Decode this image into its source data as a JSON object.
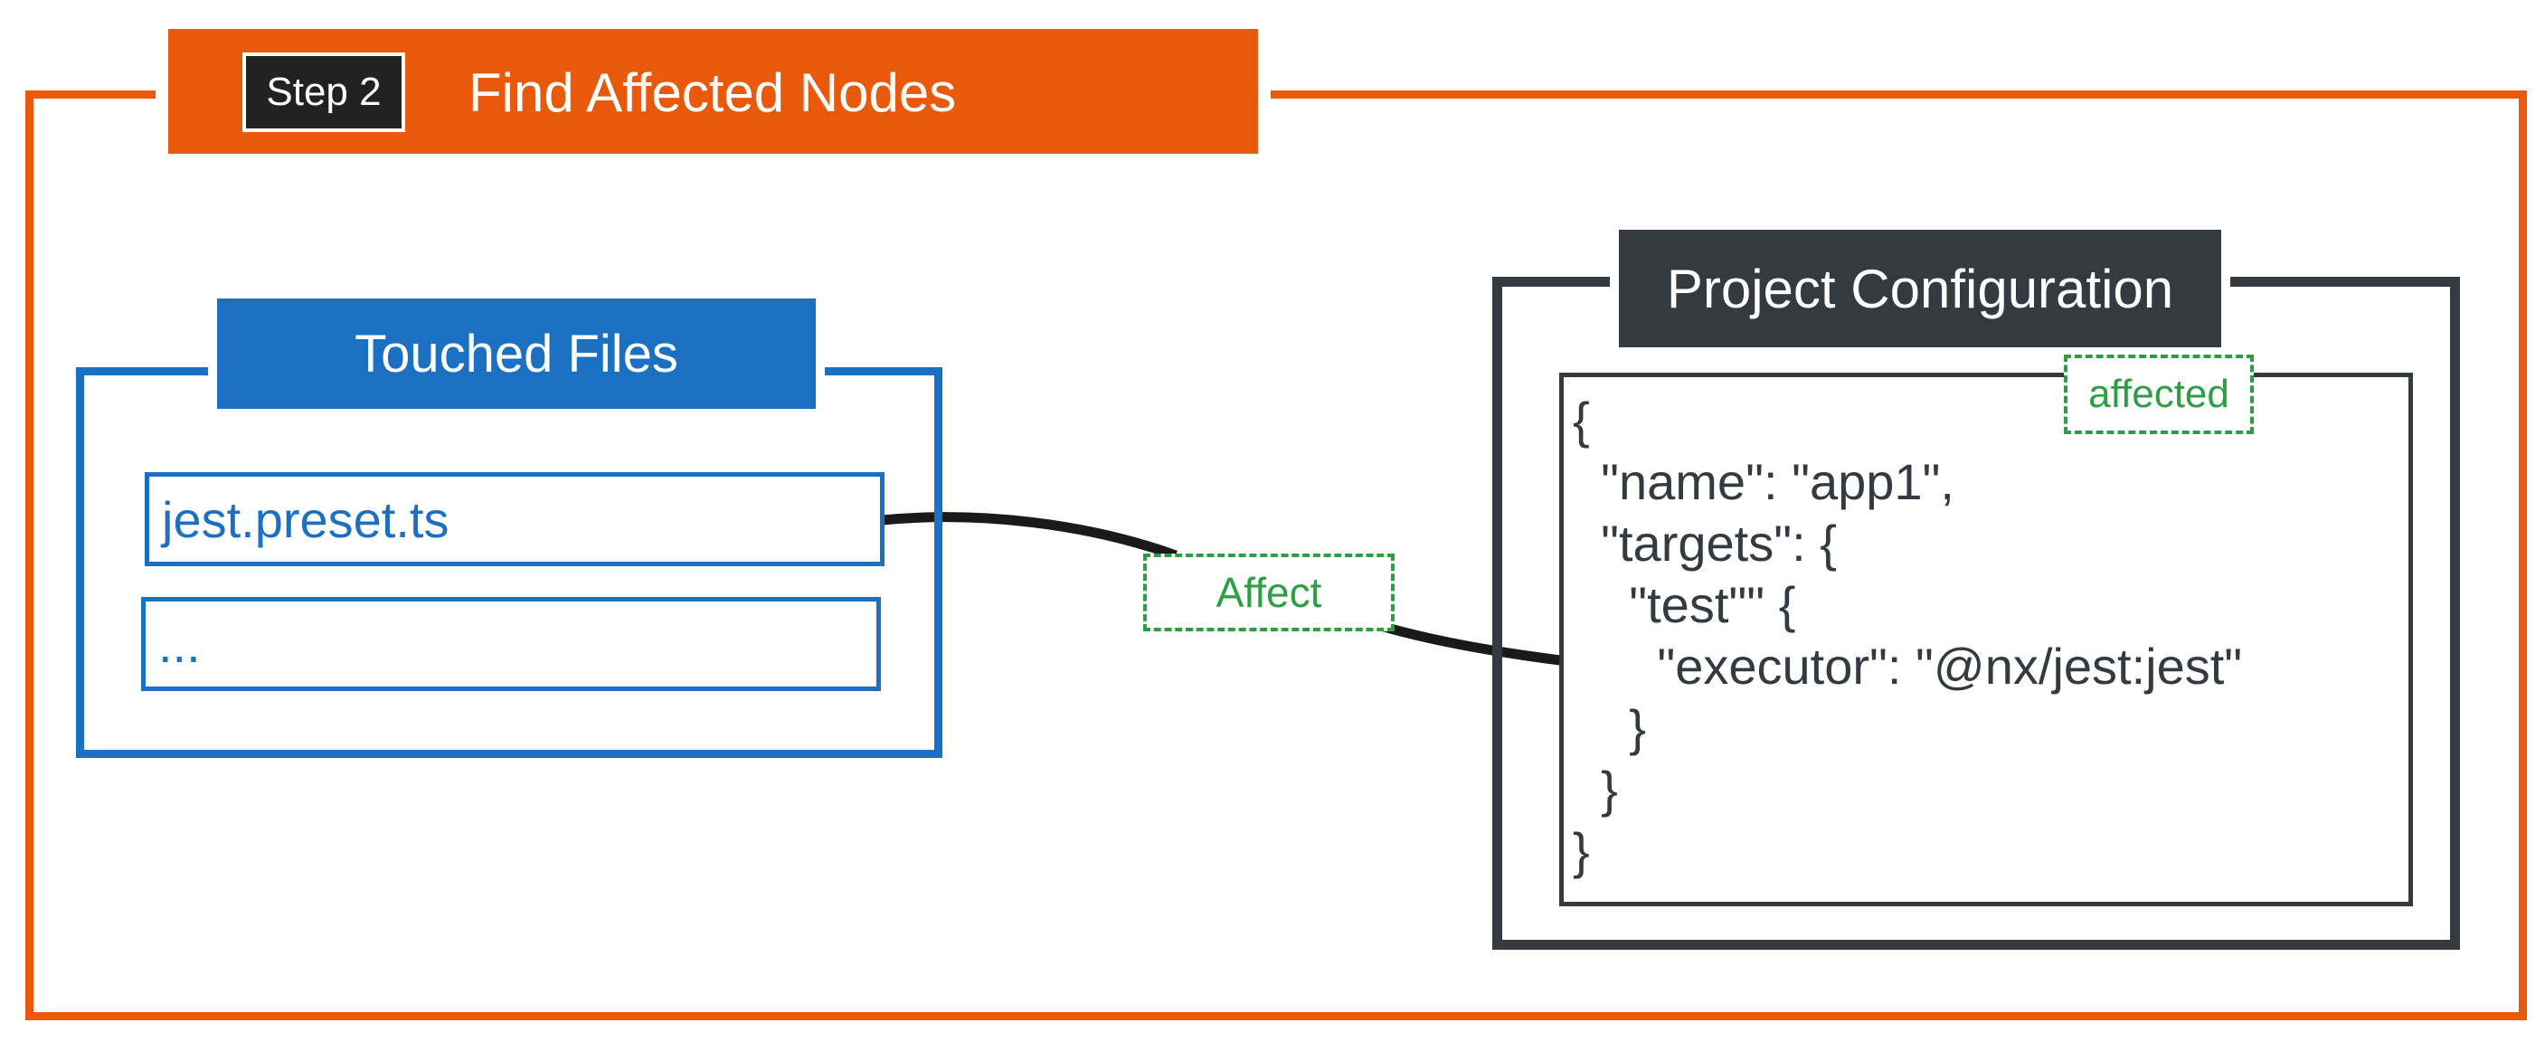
{
  "step": {
    "badge": "Step 2",
    "title": "Find Affected Nodes"
  },
  "touched_files": {
    "title": "Touched Files",
    "items": [
      "jest.preset.ts",
      "..."
    ]
  },
  "project_configuration": {
    "title": "Project Configuration",
    "badge": "affected",
    "code_lines": [
      "{",
      "  \"name\": \"app1\",",
      "  \"targets\": {",
      "    \"test\"\" {",
      "      \"executor\": \"@nx/jest:jest\"",
      "    }",
      "  }",
      "}"
    ]
  },
  "connector": {
    "label": "Affect",
    "from": "jest.preset.ts",
    "to": "executor"
  },
  "colors": {
    "step": "#E8590C",
    "touched_files": "#1C70C2",
    "project_configuration": "#343A40",
    "affected": "#2E9E44",
    "arrow": "#1A1A1A"
  }
}
